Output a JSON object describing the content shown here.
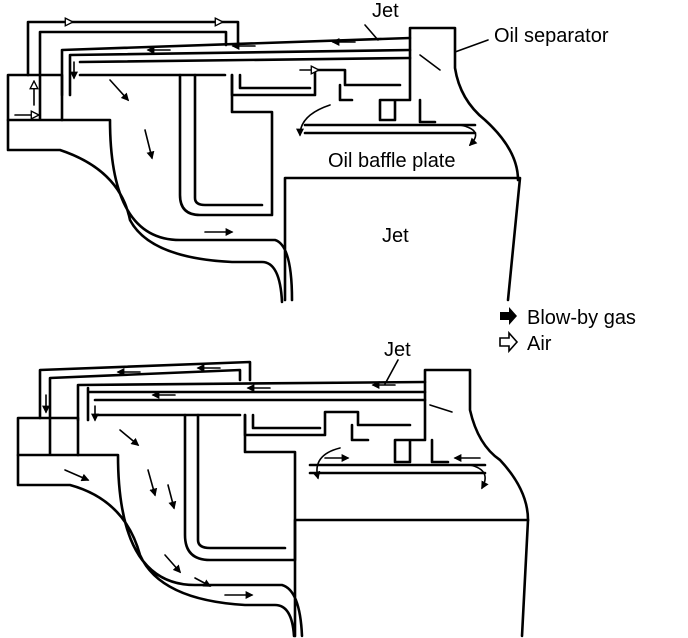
{
  "labels": {
    "jet_top": "Jet",
    "oil_separator": "Oil separator",
    "oil_baffle_plate": "Oil baffle plate",
    "jet_mid": "Jet",
    "jet_bottom": "Jet"
  },
  "legend": {
    "blowby": {
      "text": "Blow-by gas",
      "icon": "filled-arrow-icon"
    },
    "air": {
      "text": "Air",
      "icon": "hollow-arrow-icon"
    }
  },
  "colors": {
    "ink": "#000000",
    "paper": "#ffffff"
  }
}
